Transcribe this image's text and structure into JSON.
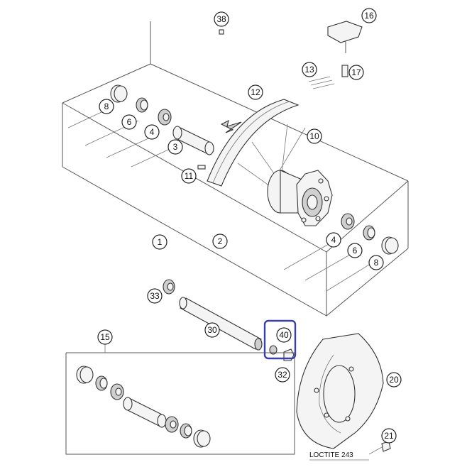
{
  "callouts": [
    {
      "id": "c38",
      "label": "38"
    },
    {
      "id": "c16",
      "label": "16"
    },
    {
      "id": "c13",
      "label": "13"
    },
    {
      "id": "c17",
      "label": "17"
    },
    {
      "id": "c12",
      "label": "12"
    },
    {
      "id": "c8a",
      "label": "8"
    },
    {
      "id": "c6a",
      "label": "6"
    },
    {
      "id": "c4a",
      "label": "4"
    },
    {
      "id": "c3",
      "label": "3"
    },
    {
      "id": "c10",
      "label": "10"
    },
    {
      "id": "c11",
      "label": "11"
    },
    {
      "id": "c1",
      "label": "1"
    },
    {
      "id": "c2",
      "label": "2"
    },
    {
      "id": "c4b",
      "label": "4"
    },
    {
      "id": "c6b",
      "label": "6"
    },
    {
      "id": "c8b",
      "label": "8"
    },
    {
      "id": "c33",
      "label": "33"
    },
    {
      "id": "c30",
      "label": "30"
    },
    {
      "id": "c40",
      "label": "40"
    },
    {
      "id": "c15",
      "label": "15"
    },
    {
      "id": "c32",
      "label": "32"
    },
    {
      "id": "c20",
      "label": "20"
    },
    {
      "id": "c21",
      "label": "21"
    }
  ],
  "loctite_note": "LOCTITE 243",
  "highlight_color": "#3b3fa8"
}
